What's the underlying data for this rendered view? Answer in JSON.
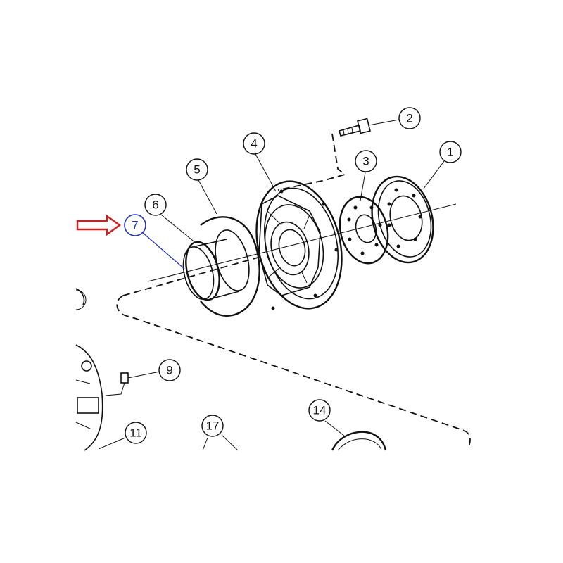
{
  "diagram": {
    "callouts": [
      {
        "id": "1",
        "label": "1"
      },
      {
        "id": "2",
        "label": "2"
      },
      {
        "id": "3",
        "label": "3"
      },
      {
        "id": "4",
        "label": "4"
      },
      {
        "id": "5",
        "label": "5"
      },
      {
        "id": "6",
        "label": "6"
      },
      {
        "id": "7",
        "label": "7",
        "highlighted": true
      },
      {
        "id": "9",
        "label": "9"
      },
      {
        "id": "11",
        "label": "11"
      },
      {
        "id": "14",
        "label": "14"
      },
      {
        "id": "17",
        "label": "17"
      }
    ],
    "colors": {
      "ink": "#111111",
      "highlight_callout": "#1f2fb8",
      "pointer_arrow": "#d21e1e",
      "background": "#ffffff"
    },
    "pointer": {
      "icon": "right-arrow-icon",
      "target_callout": "7"
    }
  }
}
